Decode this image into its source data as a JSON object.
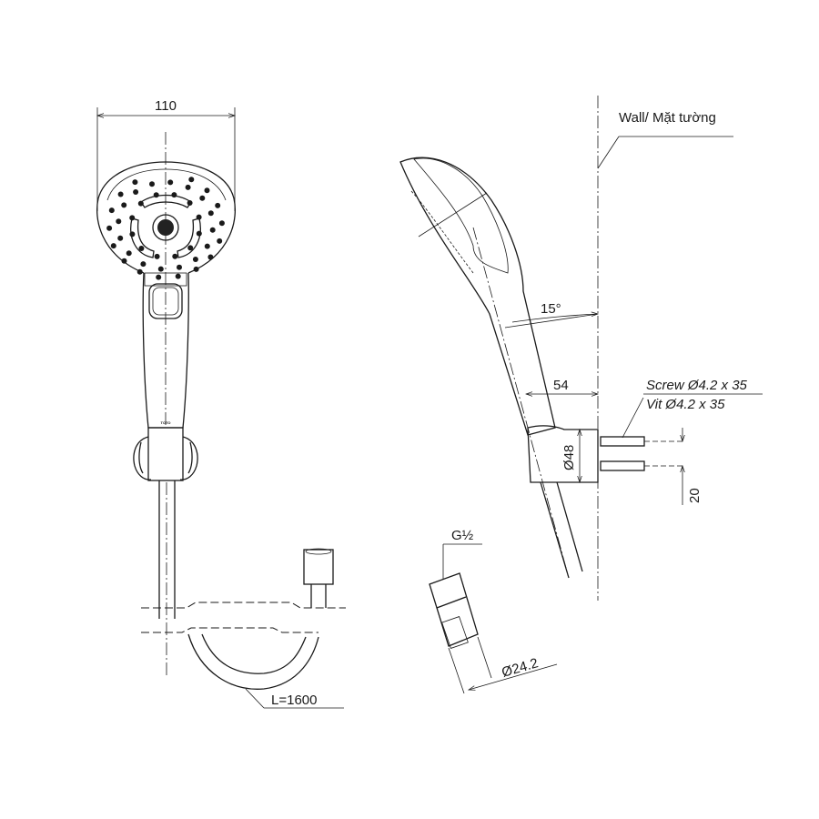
{
  "drawing": {
    "front_view": {
      "width_dim": "110",
      "hose_length": "L=1600",
      "handle_logo": "TOTO"
    },
    "side_view": {
      "wall_label": "Wall/ Mặt tường",
      "angle_dim": "15°",
      "offset_dim": "54",
      "screw_label_en": "Screw Ø4.2 x 35",
      "screw_label_vi": "Vit Ø4.2 x 35",
      "holder_dia_dim": "Ø48",
      "screw_spacing_dim": "20"
    },
    "connector_view": {
      "thread_label": "G½",
      "connector_dia_dim": "Ø24.2"
    }
  }
}
